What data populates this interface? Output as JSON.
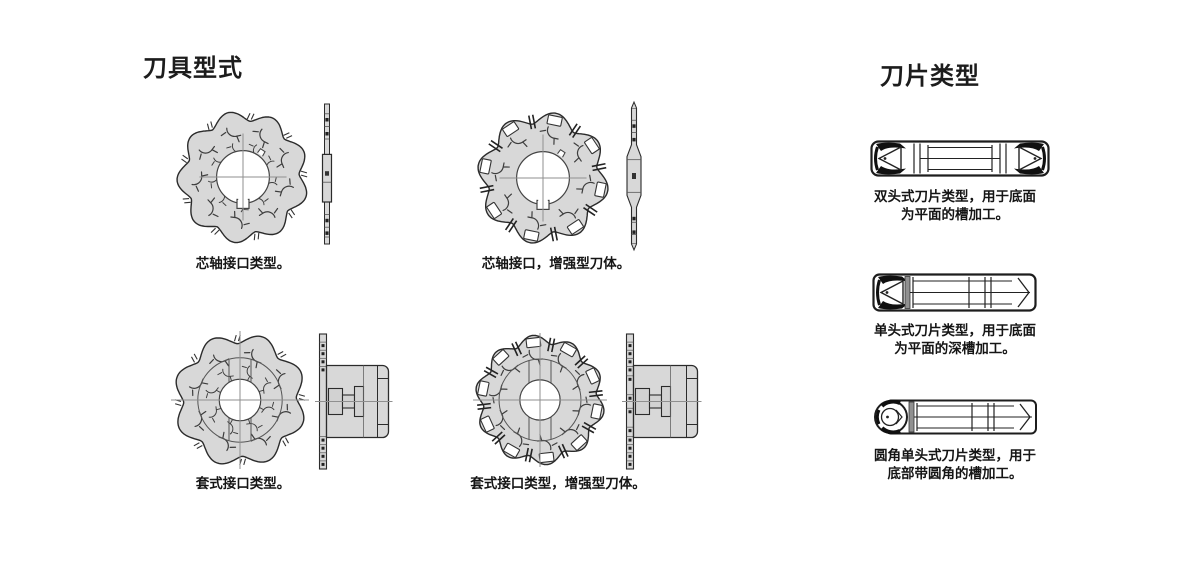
{
  "headings": {
    "left": "刀具型式",
    "right": "刀片类型"
  },
  "cutters": [
    {
      "id": "arbor",
      "caption": "芯轴接口类型。"
    },
    {
      "id": "arbor-reinforced",
      "caption": "芯轴接口，增强型刀体。"
    },
    {
      "id": "shell",
      "caption": "套式接口类型。"
    },
    {
      "id": "shell-reinforced",
      "caption": "套式接口类型，增强型刀体。"
    }
  ],
  "inserts": [
    {
      "id": "double-ended",
      "caption": "双头式刀片类型，用于底面\n为平面的槽加工。"
    },
    {
      "id": "single-ended",
      "caption": "单头式刀片类型，用于底面\n为平面的深槽加工。"
    },
    {
      "id": "round-corner",
      "caption": "圆角单头式刀片类型，用于\n底部带圆角的槽加工。"
    }
  ],
  "icons": {
    "disc-cutter-front-icon": "scalloped milling cutter front view",
    "cutter-side-view-icon": "thin cutter side profile",
    "cutter-hub-side-view-icon": "cutter side profile with shell hub",
    "insert-icon": "indexable slotting insert"
  },
  "colors": {
    "body_fill": "#d8d8d8",
    "outline": "#2b2b2b",
    "centerline": "#8f8f8f",
    "text": "#151515",
    "insert_dark": "#101010",
    "background": "#ffffff"
  }
}
